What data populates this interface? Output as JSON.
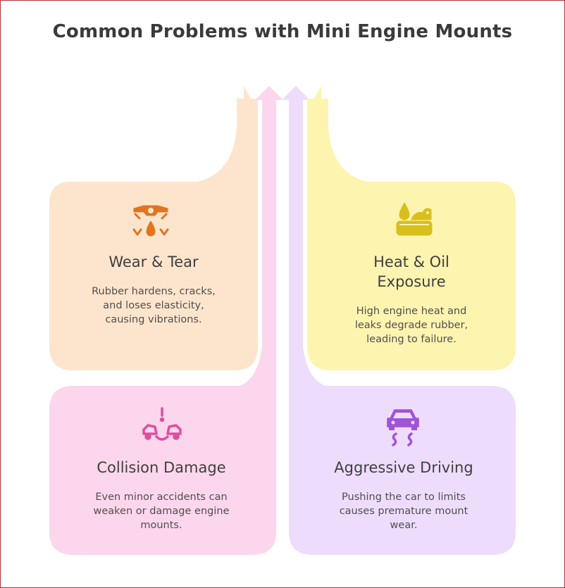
{
  "title": "Common Problems with Mini Engine Mounts",
  "colors": {
    "peach": "#fde5cd",
    "pink": "#fcd6ec",
    "lavender": "#eddcfb",
    "yellow": "#fdf4b0",
    "orange_icon": "#e3741f",
    "yellow_icon": "#d9bf19",
    "pink_icon": "#dd4f9f",
    "purple_icon": "#a053d9"
  },
  "cards": {
    "wear": {
      "icon": "worn-mount-icon",
      "title": "Wear & Tear",
      "desc_lines": [
        "Rubber hardens, cracks,",
        "and loses elasticity,",
        "causing vibrations."
      ]
    },
    "heat": {
      "icon": "oil-drop-icon",
      "title_lines": [
        "Heat & Oil",
        "Exposure"
      ],
      "desc_lines": [
        "High engine heat and",
        "leaks degrade rubber,",
        "leading to failure."
      ]
    },
    "collision": {
      "icon": "car-collision-icon",
      "title": "Collision Damage",
      "desc_lines": [
        "Even minor accidents can",
        "weaken or damage engine",
        "mounts."
      ]
    },
    "aggressive": {
      "icon": "skidding-car-icon",
      "title": "Aggressive Driving",
      "desc_lines": [
        "Pushing the car to limits",
        "causes premature mount",
        "wear."
      ]
    }
  }
}
